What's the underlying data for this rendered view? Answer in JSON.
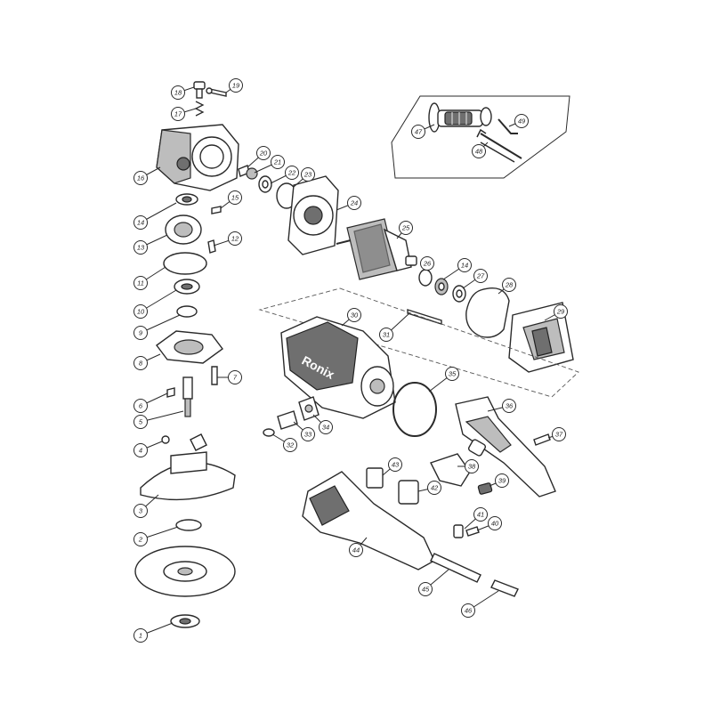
{
  "brand": "Ronix",
  "callouts": [
    {
      "id": "1",
      "label": "1"
    },
    {
      "id": "2",
      "label": "2"
    },
    {
      "id": "3",
      "label": "3"
    },
    {
      "id": "4",
      "label": "4"
    },
    {
      "id": "5",
      "label": "5"
    },
    {
      "id": "6",
      "label": "6"
    },
    {
      "id": "7",
      "label": "7"
    },
    {
      "id": "8",
      "label": "8"
    },
    {
      "id": "9",
      "label": "9"
    },
    {
      "id": "10",
      "label": "10"
    },
    {
      "id": "11",
      "label": "11"
    },
    {
      "id": "12",
      "label": "12"
    },
    {
      "id": "13",
      "label": "13"
    },
    {
      "id": "14",
      "label": "14"
    },
    {
      "id": "14b",
      "label": "14"
    },
    {
      "id": "15",
      "label": "15"
    },
    {
      "id": "16",
      "label": "16"
    },
    {
      "id": "17",
      "label": "17"
    },
    {
      "id": "18",
      "label": "18"
    },
    {
      "id": "19",
      "label": "19"
    },
    {
      "id": "20",
      "label": "20"
    },
    {
      "id": "21",
      "label": "21"
    },
    {
      "id": "22",
      "label": "22"
    },
    {
      "id": "23",
      "label": "23"
    },
    {
      "id": "24",
      "label": "24"
    },
    {
      "id": "25",
      "label": "25"
    },
    {
      "id": "26",
      "label": "26"
    },
    {
      "id": "27",
      "label": "27"
    },
    {
      "id": "28",
      "label": "28"
    },
    {
      "id": "29",
      "label": "29"
    },
    {
      "id": "30",
      "label": "30"
    },
    {
      "id": "31",
      "label": "31"
    },
    {
      "id": "32",
      "label": "32"
    },
    {
      "id": "33",
      "label": "33"
    },
    {
      "id": "34",
      "label": "34"
    },
    {
      "id": "35",
      "label": "35"
    },
    {
      "id": "36",
      "label": "36"
    },
    {
      "id": "37",
      "label": "37"
    },
    {
      "id": "38",
      "label": "38"
    },
    {
      "id": "39",
      "label": "39"
    },
    {
      "id": "40",
      "label": "40"
    },
    {
      "id": "41",
      "label": "41"
    },
    {
      "id": "42",
      "label": "42"
    },
    {
      "id": "43",
      "label": "43"
    },
    {
      "id": "44",
      "label": "44"
    },
    {
      "id": "45",
      "label": "45"
    },
    {
      "id": "46",
      "label": "46"
    },
    {
      "id": "47",
      "label": "47"
    },
    {
      "id": "48",
      "label": "48"
    },
    {
      "id": "49",
      "label": "49"
    }
  ]
}
